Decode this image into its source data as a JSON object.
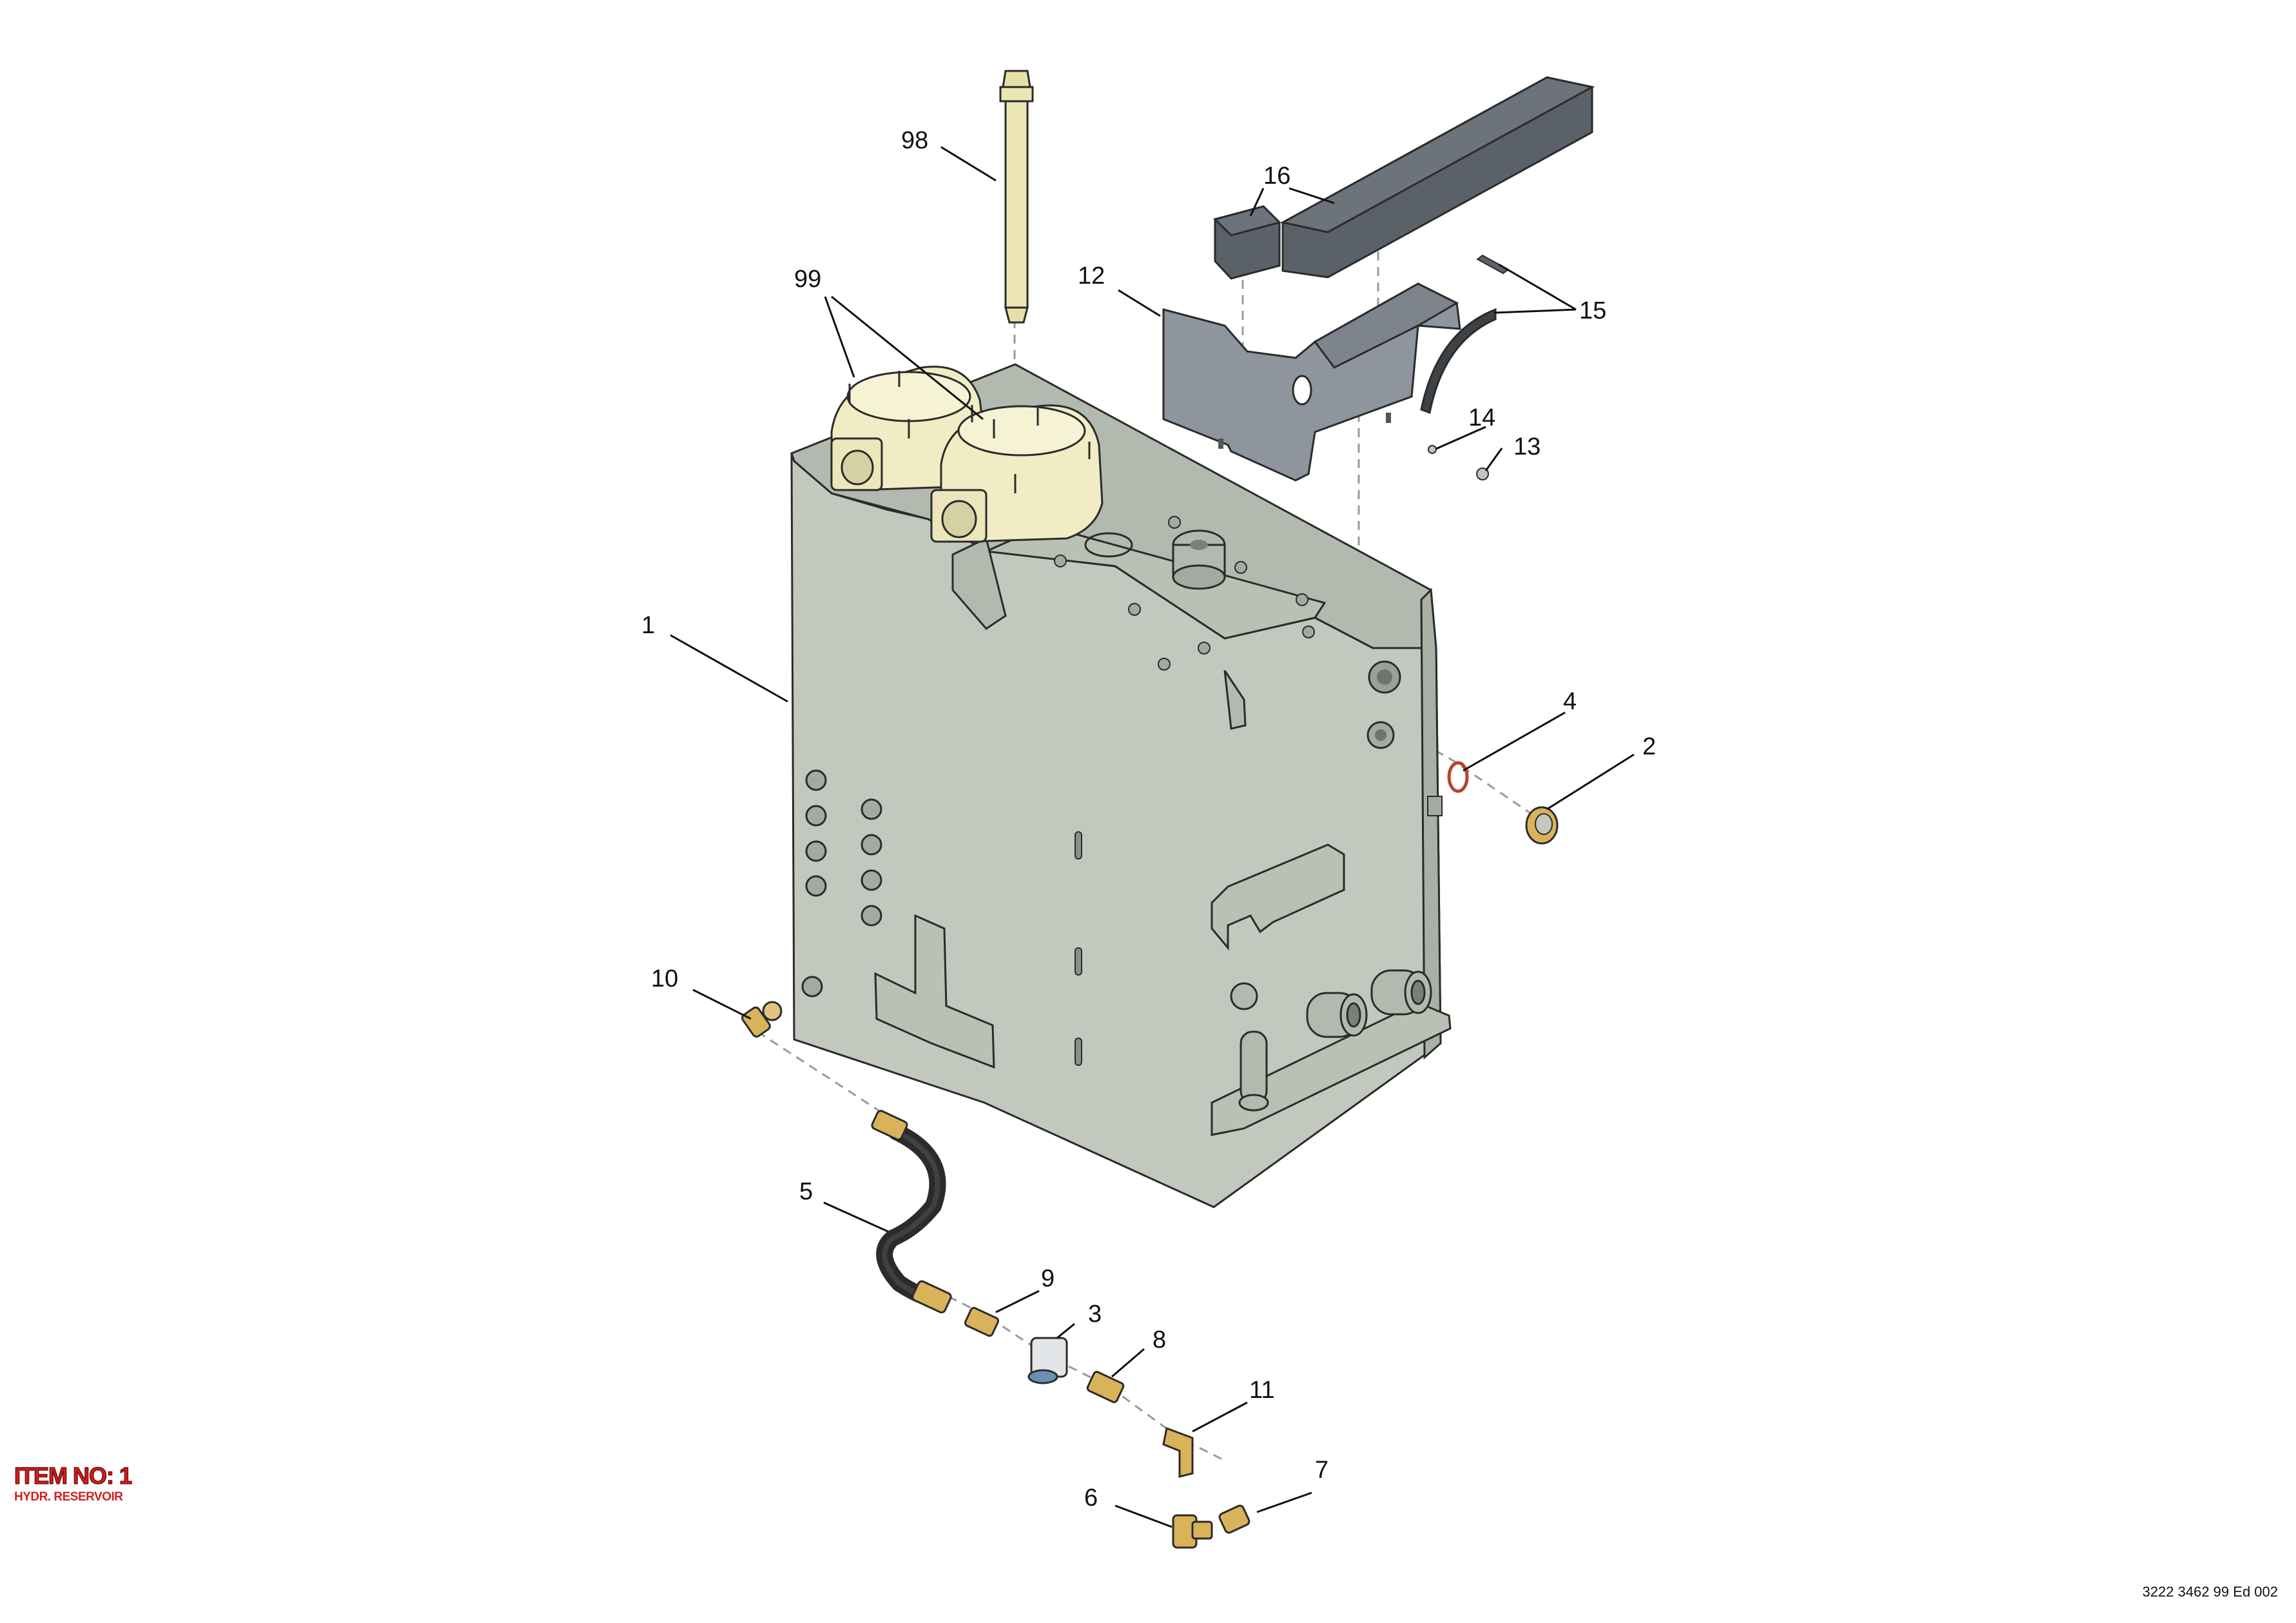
{
  "callouts": {
    "c98": "98",
    "c99": "99",
    "c16": "16",
    "c12": "12",
    "c15": "15",
    "c14": "14",
    "c13": "13",
    "c1": "1",
    "c4": "4",
    "c2": "2",
    "c10": "10",
    "c5": "5",
    "c9": "9",
    "c3": "3",
    "c8": "8",
    "c11": "11",
    "c7": "7",
    "c6": "6"
  },
  "item": {
    "title": "ITEM NO: 1",
    "subtitle": "HYDR. RESERVOIR"
  },
  "footer": {
    "doc_ref": "3222 3462 99 Ed 002"
  },
  "colors": {
    "tank": "#c2c8be",
    "bracket": "#8e959c",
    "foam": "#5b6168",
    "pump": "#f1ecc4",
    "brass": "#d9b35a",
    "hose": "#2a2a2a",
    "title_red": "#d21f1f"
  }
}
